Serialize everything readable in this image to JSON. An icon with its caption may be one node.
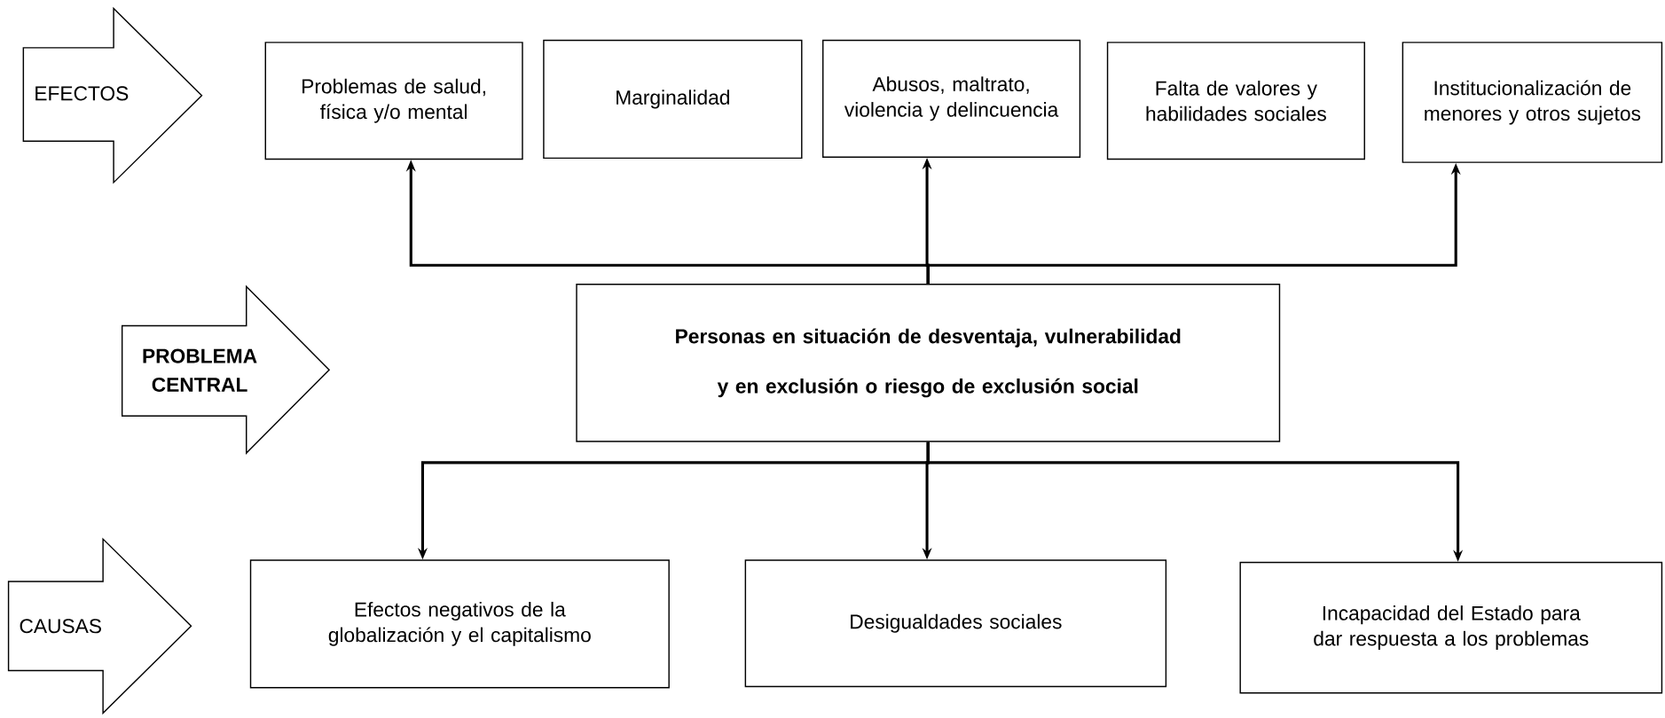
{
  "diagram": {
    "nodes": [
      {
        "text": [
          "EFECTOS"
        ]
      },
      {
        "text": [
          "Problemas de salud, física y/o mental"
        ]
      },
      {
        "text": [
          "Marginalidad"
        ]
      },
      {
        "text": [
          "Abusos, maltrato, violencia y delincuencia"
        ]
      },
      {
        "text": [
          "Falta de valores y habilidades sociales"
        ]
      },
      {
        "text": [
          "Institucionalización de menores y otros sujetos"
        ]
      },
      {
        "text": [
          "PROBLEMA CENTRAL"
        ]
      },
      {
        "text": [
          "Personas en situación de desventaja, vulnerabilidad y en exclusión o riesgo de exclusión social"
        ]
      },
      {
        "text": [
          "CAUSAS"
        ]
      },
      {
        "text": [
          "Efectos negativos de la globalización y el capitalismo"
        ]
      },
      {
        "text": [
          "Desigualdades sociales"
        ]
      },
      {
        "text": [
          "Incapacidad del Estado para dar respuesta a los problemas"
        ]
      }
    ],
    "edges": [
      {
        "from": 7,
        "to": 1,
        "arrow": "to"
      },
      {
        "from": 7,
        "to": 3,
        "arrow": "to"
      },
      {
        "from": 7,
        "to": 5,
        "arrow": "to"
      },
      {
        "from": 7,
        "to": 9,
        "arrow": "to"
      },
      {
        "from": 7,
        "to": 10,
        "arrow": "to"
      },
      {
        "from": 7,
        "to": 11,
        "arrow": "to"
      }
    ]
  }
}
